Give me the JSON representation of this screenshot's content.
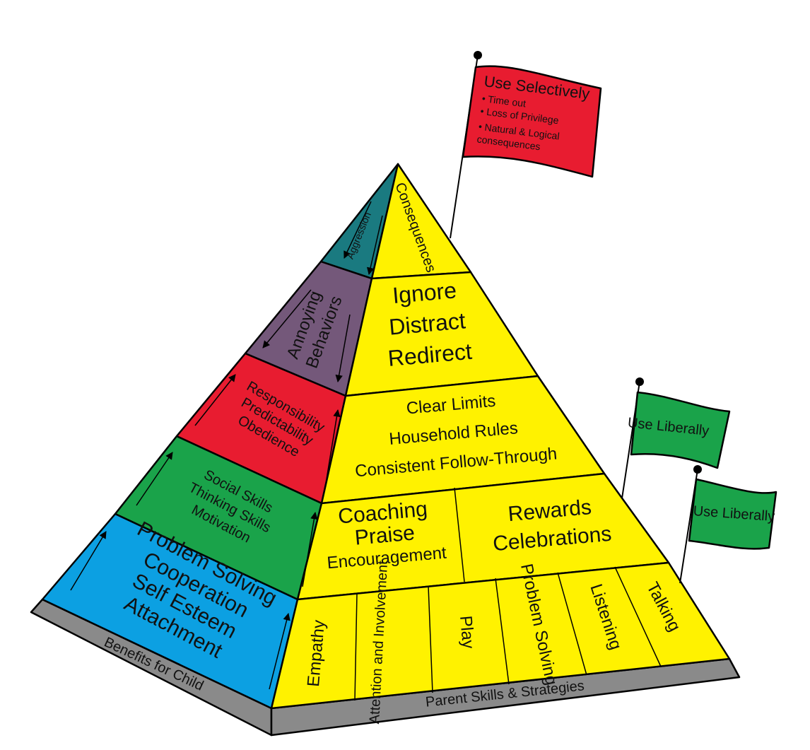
{
  "apex_left": "Aggression",
  "apex_right": "Consequences",
  "left_tiers": [
    {
      "lines": [
        "Annoying",
        "Behaviors"
      ],
      "color": "#74587a"
    },
    {
      "lines": [
        "Responsibility",
        "Predictability",
        "Obedience"
      ],
      "color": "#e81c30"
    },
    {
      "lines": [
        "Social Skills",
        "Thinking Skills",
        "Motivation"
      ],
      "color": "#1aa34a"
    },
    {
      "lines": [
        "Problem Solving",
        "Cooperation",
        "Self Esteem",
        "Attachment"
      ],
      "color": "#0ca0e2"
    }
  ],
  "right_tiers": {
    "ignore": [
      "Ignore",
      "Distract",
      "Redirect"
    ],
    "limits": [
      "Clear Limits",
      "Household Rules",
      "Consistent Follow-Through"
    ],
    "coaching": [
      "Coaching",
      "Praise",
      "Encouragement"
    ],
    "rewards": [
      "Rewards",
      "Celebrations"
    ]
  },
  "bottom_cells": [
    "Empathy",
    "Attention and Involvement",
    "Play",
    "Problem Solving",
    "Listening",
    "Talking"
  ],
  "base_left": "Benefits for Child",
  "base_right": "Parent Skills & Strategies",
  "flag_red": {
    "title": "Use Selectively",
    "items": [
      "• Time out",
      "• Loss of Privilege",
      "• Natural & Logical",
      "consequences"
    ]
  },
  "flag_green_1": "Use Liberally",
  "flag_green_2": "Use Liberally",
  "colors": {
    "yellow": "#fff200",
    "teal": "#1a7a80",
    "purple": "#74587a",
    "red": "#e81c30",
    "green": "#1aa34a",
    "blue": "#0ca0e2",
    "gray": "#8a8a8a"
  }
}
